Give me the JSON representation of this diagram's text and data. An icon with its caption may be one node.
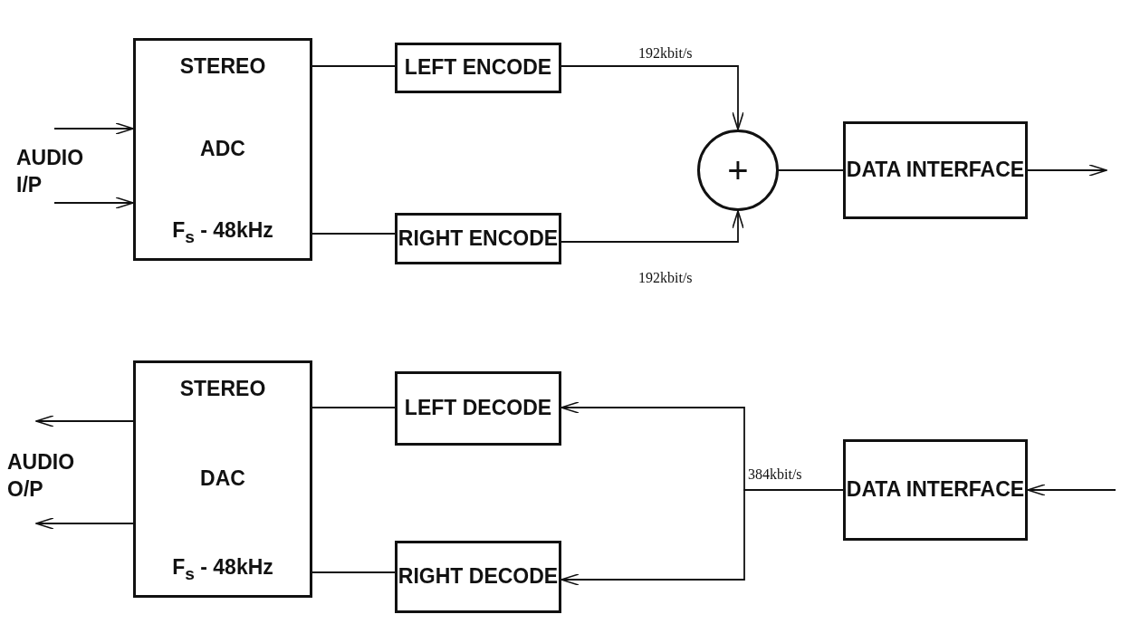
{
  "diagram": {
    "nodes": [
      {
        "text": [
          "STEREO",
          "ADC",
          "F$_{s}$ - 48kHz"
        ]
      },
      {
        "text": [
          "LEFT ENCODE"
        ]
      },
      {
        "text": [
          "RIGHT ENCODE"
        ]
      },
      {
        "text": [
          "+"
        ]
      },
      {
        "text": [
          "DATA INTERFACE"
        ]
      },
      {
        "text": [
          "STEREO",
          "DAC",
          "F$_{s}$ - 48kHz"
        ]
      },
      {
        "text": [
          "LEFT DECODE"
        ]
      },
      {
        "text": [
          "RIGHT DECODE"
        ]
      },
      {
        "text": [
          "DATA INTERFACE"
        ]
      }
    ],
    "edges": [
      {
        "from": null,
        "to": 0,
        "arrow": "to"
      },
      {
        "from": null,
        "to": 0,
        "arrow": "to"
      },
      {
        "from": 0,
        "to": 1,
        "arrow": "none"
      },
      {
        "from": 0,
        "to": 2,
        "arrow": "none"
      },
      {
        "from": 1,
        "to": 3,
        "arrow": "to",
        "label": "192kbit/s"
      },
      {
        "from": 2,
        "to": 3,
        "arrow": "to",
        "label": "192kbit/s"
      },
      {
        "from": 3,
        "to": 4,
        "arrow": "none"
      },
      {
        "from": 4,
        "to": null,
        "arrow": "to"
      },
      {
        "from": null,
        "to": 8,
        "arrow": "to"
      },
      {
        "from": 8,
        "to": 6,
        "arrow": "to",
        "label": "384kbit/s"
      },
      {
        "from": 8,
        "to": 7,
        "arrow": "to"
      },
      {
        "from": 6,
        "to": 5,
        "arrow": "none"
      },
      {
        "from": 7,
        "to": 5,
        "arrow": "none"
      },
      {
        "from": 5,
        "to": null,
        "arrow": "to"
      },
      {
        "from": 5,
        "to": null,
        "arrow": "to"
      }
    ],
    "labels": [
      "AUDIO I/P",
      "AUDIO O/P"
    ]
  }
}
